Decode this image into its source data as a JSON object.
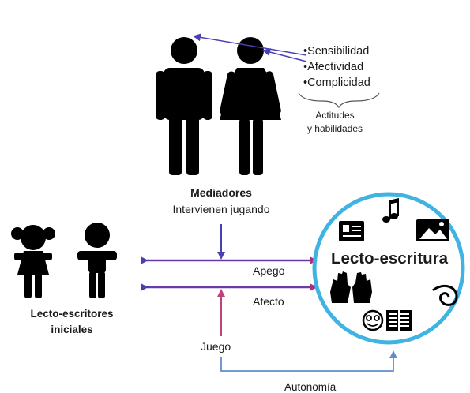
{
  "mediadores": {
    "title": "Mediadores",
    "subtitle": "Intervienen jugando",
    "qualities": [
      "Sensibilidad",
      "Afectividad",
      "Complicidad"
    ],
    "qualities_caption": [
      "Actitudes",
      "y habilidades"
    ]
  },
  "lecto_escritura": {
    "title": "Lecto-escritura",
    "icons": [
      "document-card-icon",
      "music-note-icon",
      "landscape-image-icon",
      "raised-hands-icon",
      "spiral-icon",
      "smiley-face-icon",
      "open-book-icon"
    ]
  },
  "lecto_escritores": {
    "label": [
      "Lecto-escritores",
      "iniciales"
    ]
  },
  "flows": {
    "apego": "Apego",
    "afecto": "Afecto",
    "juego": "Juego",
    "autonomia": "Autonomía"
  },
  "colors": {
    "blue_arrow": "#4a3fb5",
    "purple_arrow": "#a7317f",
    "juego_arrow": "#c0447c",
    "autonomia_line": "#5f8fc9",
    "circle": "#3fb3e2",
    "figure": "#000000"
  }
}
